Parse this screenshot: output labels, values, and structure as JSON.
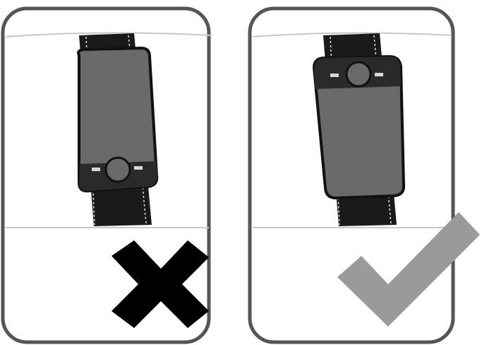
{
  "panels": [
    {
      "id": "wrong",
      "verdict_icon": "cross-mark-icon",
      "device_orientation": "buttons-at-bottom",
      "colors": {
        "mark": "#000000"
      }
    },
    {
      "id": "right",
      "verdict_icon": "check-mark-icon",
      "device_orientation": "buttons-at-top",
      "colors": {
        "mark": "#9a9a9a"
      }
    }
  ],
  "colors": {
    "frame": "#555555",
    "device_body": "#6a6a6a",
    "device_outline": "#111111",
    "strap": "#1a1a1a",
    "stitch": "#e0e0e0",
    "visor_line": "#c8c8c8"
  }
}
